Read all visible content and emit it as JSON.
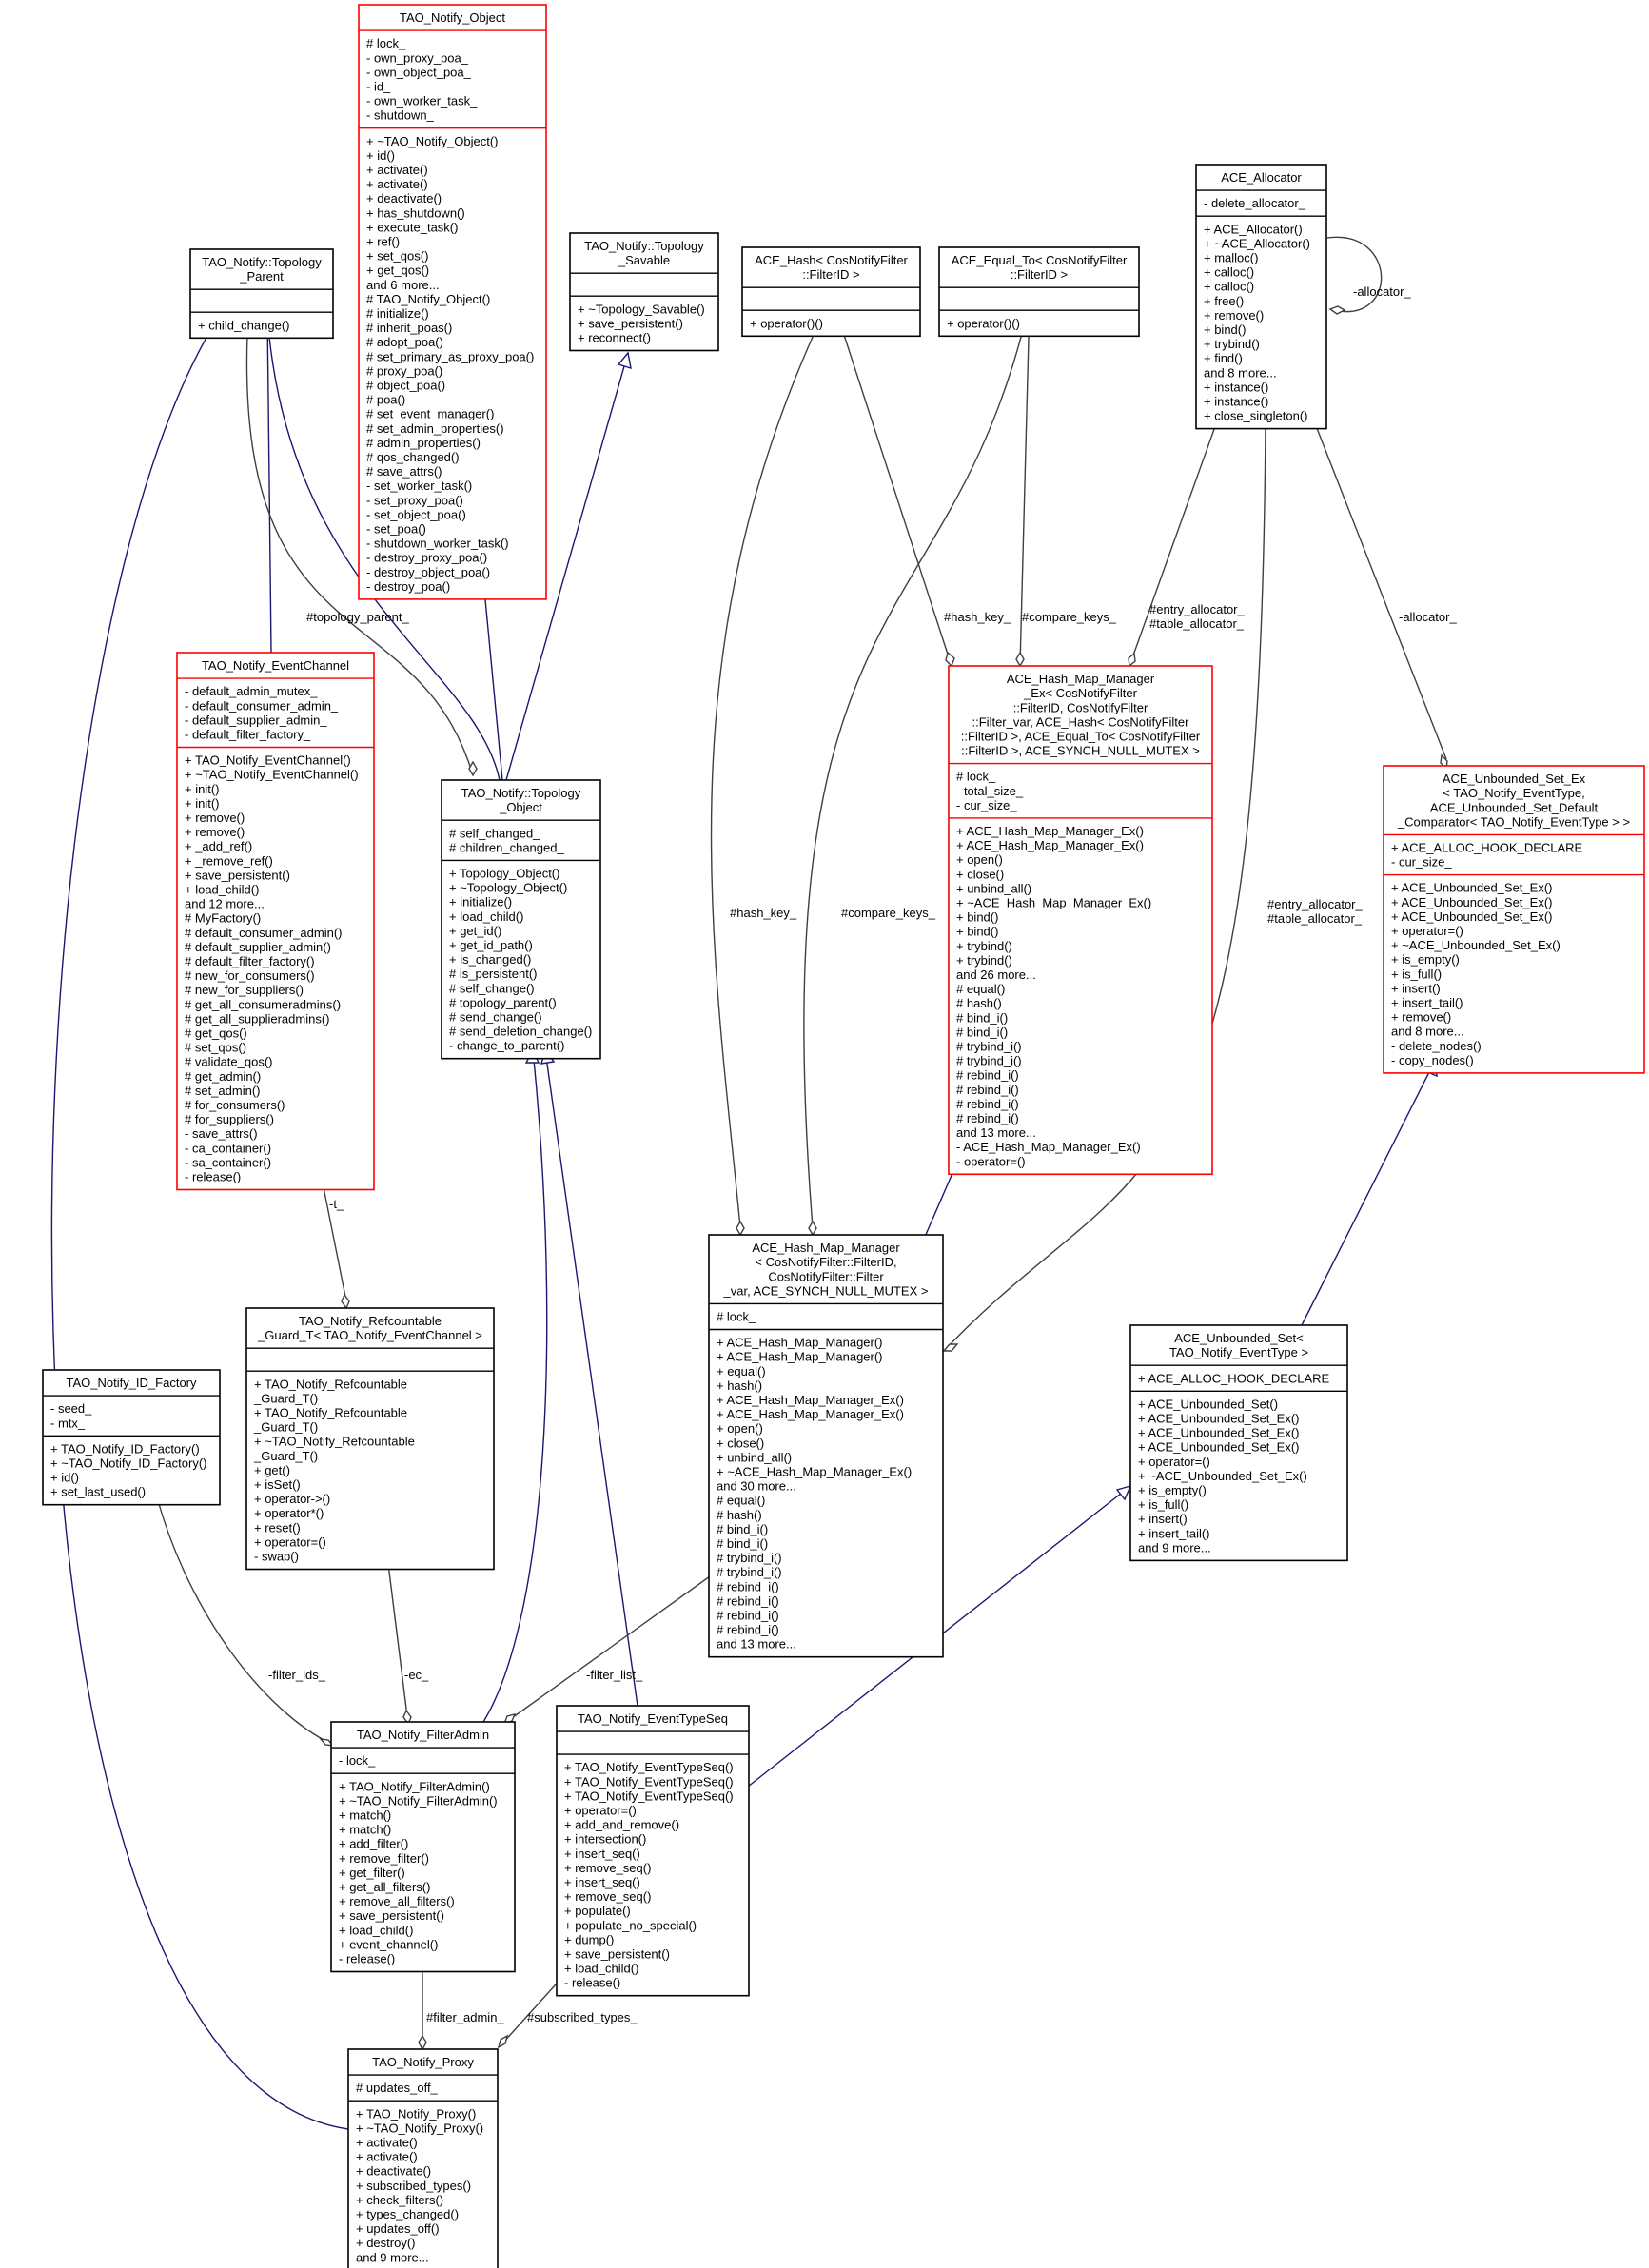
{
  "colors": {
    "inheritance_edge": "#191970",
    "association_edge": "#404040",
    "red_border": "#ff0000",
    "black_border": "#000000",
    "focus_fill": "#bfbfbf",
    "background": "#ffffff"
  },
  "nodes": {
    "notify_object": {
      "title": [
        "TAO_Notify_Object"
      ],
      "sections": [
        [
          "# lock_",
          "- own_proxy_poa_",
          "- own_object_poa_",
          "- id_",
          "- own_worker_task_",
          "- shutdown_"
        ],
        [
          "+ ~TAO_Notify_Object()",
          "+ id()",
          "+ activate()",
          "+ activate()",
          "+ deactivate()",
          "+ has_shutdown()",
          "+ execute_task()",
          "+ ref()",
          "+ set_qos()",
          "+ get_qos()",
          "and 6 more...",
          "# TAO_Notify_Object()",
          "# initialize()",
          "# inherit_poas()",
          "# adopt_poa()",
          "# set_primary_as_proxy_poa()",
          "# proxy_poa()",
          "# object_poa()",
          "# poa()",
          "# set_event_manager()",
          "# set_admin_properties()",
          "# admin_properties()",
          "# qos_changed()",
          "# save_attrs()",
          "- set_worker_task()",
          "- set_proxy_poa()",
          "- set_object_poa()",
          "- set_poa()",
          "- shutdown_worker_task()",
          "- destroy_proxy_poa()",
          "- destroy_object_poa()",
          "- destroy_poa()"
        ]
      ]
    },
    "topology_parent": {
      "title": [
        "TAO_Notify::Topology",
        "_Parent"
      ],
      "sections": [
        [],
        [
          "+ child_change()"
        ]
      ]
    },
    "topology_savable": {
      "title": [
        "TAO_Notify::Topology",
        "_Savable"
      ],
      "sections": [
        [],
        [
          "+ ~Topology_Savable()",
          "+ save_persistent()",
          "+ reconnect()"
        ]
      ]
    },
    "ace_hash": {
      "title": [
        "ACE_Hash< CosNotifyFilter",
        "::FilterID >"
      ],
      "sections": [
        [],
        [
          "+ operator()()"
        ]
      ]
    },
    "ace_equal_to": {
      "title": [
        "ACE_Equal_To< CosNotifyFilter",
        "::FilterID >"
      ],
      "sections": [
        [],
        [
          "+ operator()()"
        ]
      ]
    },
    "ace_allocator": {
      "title": [
        "ACE_Allocator"
      ],
      "sections": [
        [
          "- delete_allocator_"
        ],
        [
          "+ ACE_Allocator()",
          "+ ~ACE_Allocator()",
          "+ malloc()",
          "+ calloc()",
          "+ calloc()",
          "+ free()",
          "+ remove()",
          "+ bind()",
          "+ trybind()",
          "+ find()",
          "and 8 more...",
          "+ instance()",
          "+ instance()",
          "+ close_singleton()"
        ]
      ]
    },
    "event_channel": {
      "title": [
        "TAO_Notify_EventChannel"
      ],
      "sections": [
        [
          "- default_admin_mutex_",
          "- default_consumer_admin_",
          "- default_supplier_admin_",
          "- default_filter_factory_"
        ],
        [
          "+ TAO_Notify_EventChannel()",
          "+ ~TAO_Notify_EventChannel()",
          "+ init()",
          "+ init()",
          "+ remove()",
          "+ remove()",
          "+ _add_ref()",
          "+ _remove_ref()",
          "+ save_persistent()",
          "+ load_child()",
          "and 12 more...",
          "# MyFactory()",
          "# default_consumer_admin()",
          "# default_supplier_admin()",
          "# default_filter_factory()",
          "# new_for_consumers()",
          "# new_for_suppliers()",
          "# get_all_consumeradmins()",
          "# get_all_supplieradmins()",
          "# get_qos()",
          "# set_qos()",
          "# validate_qos()",
          "# get_admin()",
          "# set_admin()",
          "# for_consumers()",
          "# for_suppliers()",
          "- save_attrs()",
          "- ca_container()",
          "- sa_container()",
          "- release()"
        ]
      ]
    },
    "topology_object": {
      "title": [
        "TAO_Notify::Topology",
        "_Object"
      ],
      "sections": [
        [
          "# self_changed_",
          "# children_changed_"
        ],
        [
          "+ Topology_Object()",
          "+ ~Topology_Object()",
          "+ initialize()",
          "+ load_child()",
          "+ get_id()",
          "+ get_id_path()",
          "+ is_changed()",
          "# is_persistent()",
          "# self_change()",
          "# topology_parent()",
          "# send_change()",
          "# send_deletion_change()",
          "- change_to_parent()"
        ]
      ]
    },
    "hash_map_manager_ex": {
      "title": [
        "ACE_Hash_Map_Manager",
        "_Ex< CosNotifyFilter",
        "::FilterID, CosNotifyFilter",
        "::Filter_var, ACE_Hash< CosNotifyFilter",
        "::FilterID >, ACE_Equal_To< CosNotifyFilter",
        "::FilterID >, ACE_SYNCH_NULL_MUTEX >"
      ],
      "sections": [
        [
          "# lock_",
          "- total_size_",
          "- cur_size_"
        ],
        [
          "+ ACE_Hash_Map_Manager_Ex()",
          "+ ACE_Hash_Map_Manager_Ex()",
          "+ open()",
          "+ close()",
          "+ unbind_all()",
          "+ ~ACE_Hash_Map_Manager_Ex()",
          "+ bind()",
          "+ bind()",
          "+ trybind()",
          "+ trybind()",
          "and 26 more...",
          "# equal()",
          "# hash()",
          "# bind_i()",
          "# bind_i()",
          "# trybind_i()",
          "# trybind_i()",
          "# rebind_i()",
          "# rebind_i()",
          "# rebind_i()",
          "# rebind_i()",
          "and 13 more...",
          "- ACE_Hash_Map_Manager_Ex()",
          "- operator=()"
        ]
      ]
    },
    "unbounded_set_ex": {
      "title": [
        "ACE_Unbounded_Set_Ex",
        "< TAO_Notify_EventType,",
        "ACE_Unbounded_Set_Default",
        "_Comparator< TAO_Notify_EventType > >"
      ],
      "sections": [
        [
          "+ ACE_ALLOC_HOOK_DECLARE",
          "- cur_size_"
        ],
        [
          "+ ACE_Unbounded_Set_Ex()",
          "+ ACE_Unbounded_Set_Ex()",
          "+ ACE_Unbounded_Set_Ex()",
          "+ operator=()",
          "+ ~ACE_Unbounded_Set_Ex()",
          "+ is_empty()",
          "+ is_full()",
          "+ insert()",
          "+ insert_tail()",
          "+ remove()",
          "and 8 more...",
          "- delete_nodes()",
          "- copy_nodes()"
        ]
      ]
    },
    "hash_map_manager": {
      "title": [
        "ACE_Hash_Map_Manager",
        "< CosNotifyFilter::FilterID,",
        "CosNotifyFilter::Filter",
        "_var, ACE_SYNCH_NULL_MUTEX >"
      ],
      "sections": [
        [
          "# lock_"
        ],
        [
          "+ ACE_Hash_Map_Manager()",
          "+ ACE_Hash_Map_Manager()",
          "+ equal()",
          "+ hash()",
          "+ ACE_Hash_Map_Manager_Ex()",
          "+ ACE_Hash_Map_Manager_Ex()",
          "+ open()",
          "+ close()",
          "+ unbind_all()",
          "+ ~ACE_Hash_Map_Manager_Ex()",
          "and 30 more...",
          "# equal()",
          "# hash()",
          "# bind_i()",
          "# bind_i()",
          "# trybind_i()",
          "# trybind_i()",
          "# rebind_i()",
          "# rebind_i()",
          "# rebind_i()",
          "# rebind_i()",
          "and 13 more..."
        ]
      ]
    },
    "refcountable_guard": {
      "title": [
        "TAO_Notify_Refcountable",
        "_Guard_T< TAO_Notify_EventChannel >"
      ],
      "sections": [
        [],
        [
          "+ TAO_Notify_Refcountable",
          "_Guard_T()",
          "+ TAO_Notify_Refcountable",
          "_Guard_T()",
          "+ ~TAO_Notify_Refcountable",
          "_Guard_T()",
          "+ get()",
          "+ isSet()",
          "+ operator->()",
          "+ operator*()",
          "+ reset()",
          "+ operator=()",
          "- swap()"
        ]
      ]
    },
    "unbounded_set": {
      "title": [
        "ACE_Unbounded_Set<",
        "TAO_Notify_EventType >"
      ],
      "sections": [
        [
          "+ ACE_ALLOC_HOOK_DECLARE"
        ],
        [
          "+ ACE_Unbounded_Set()",
          "+ ACE_Unbounded_Set_Ex()",
          "+ ACE_Unbounded_Set_Ex()",
          "+ ACE_Unbounded_Set_Ex()",
          "+ operator=()",
          "+ ~ACE_Unbounded_Set_Ex()",
          "+ is_empty()",
          "+ is_full()",
          "+ insert()",
          "+ insert_tail()",
          "and 9 more..."
        ]
      ]
    },
    "id_factory": {
      "title": [
        "TAO_Notify_ID_Factory"
      ],
      "sections": [
        [
          "- seed_",
          "- mtx_"
        ],
        [
          "+ TAO_Notify_ID_Factory()",
          "+ ~TAO_Notify_ID_Factory()",
          "+ id()",
          "+ set_last_used()"
        ]
      ]
    },
    "filter_admin": {
      "title": [
        "TAO_Notify_FilterAdmin"
      ],
      "sections": [
        [
          "- lock_"
        ],
        [
          "+ TAO_Notify_FilterAdmin()",
          "+ ~TAO_Notify_FilterAdmin()",
          "+ match()",
          "+ match()",
          "+ add_filter()",
          "+ remove_filter()",
          "+ get_filter()",
          "+ get_all_filters()",
          "+ remove_all_filters()",
          "+ save_persistent()",
          "+ load_child()",
          "+ event_channel()",
          "- release()"
        ]
      ]
    },
    "event_type_seq": {
      "title": [
        "TAO_Notify_EventTypeSeq"
      ],
      "sections": [
        [],
        [
          "+ TAO_Notify_EventTypeSeq()",
          "+ TAO_Notify_EventTypeSeq()",
          "+ TAO_Notify_EventTypeSeq()",
          "+ operator=()",
          "+ add_and_remove()",
          "+ intersection()",
          "+ insert_seq()",
          "+ remove_seq()",
          "+ insert_seq()",
          "+ remove_seq()",
          "+ populate()",
          "+ populate_no_special()",
          "+ dump()",
          "+ save_persistent()",
          "+ load_child()",
          "- release()"
        ]
      ]
    },
    "notify_proxy": {
      "title": [
        "TAO_Notify_Proxy"
      ],
      "sections": [
        [
          "# updates_off_"
        ],
        [
          "+ TAO_Notify_Proxy()",
          "+ ~TAO_Notify_Proxy()",
          "+ activate()",
          "+ activate()",
          "+ deactivate()",
          "+ subscribed_types()",
          "+ check_filters()",
          "+ types_changed()",
          "+ updates_off()",
          "+ destroy()",
          "and 9 more..."
        ]
      ]
    }
  },
  "edge_labels": {
    "topology_parent": "#topology_parent_",
    "hash_key_upper": "#hash_key_",
    "compare_keys_upper": "#compare_keys_",
    "entry_alloc_upper_1": "#entry_allocator_",
    "entry_alloc_upper_2": "#table_allocator_",
    "allocator": "-allocator_",
    "allocator_self": "-allocator_",
    "hash_key_lower": "#hash_key_",
    "compare_keys_lower": "#compare_keys_",
    "entry_alloc_lower_1": "#entry_allocator_",
    "entry_alloc_lower_2": "#table_allocator_",
    "t": "-t_",
    "filter_ids": "-filter_ids_",
    "ec": "-ec_",
    "filter_list": "-filter_list_",
    "filter_admin": "#filter_admin_",
    "subscribed_types": "#subscribed_types_"
  }
}
